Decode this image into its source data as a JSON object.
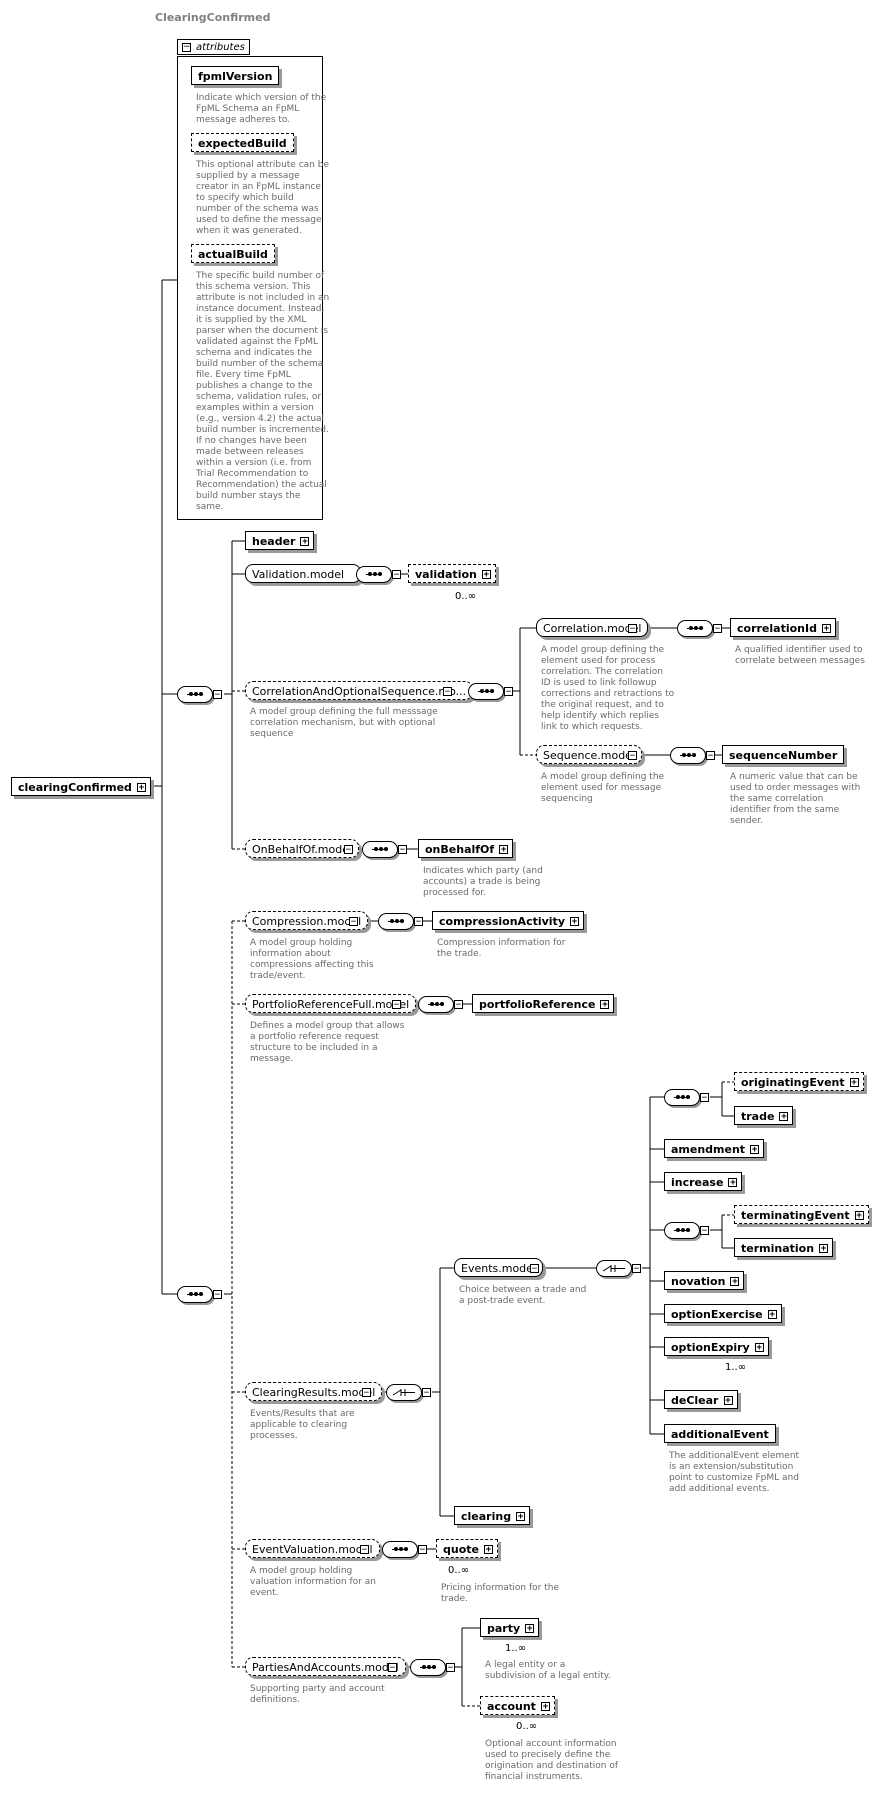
{
  "root": {
    "name": "clearingConfirmed"
  },
  "container": {
    "title": "ClearingConfirmed"
  },
  "attributes": {
    "tab_label": "attributes",
    "items": [
      {
        "name": "fpmlVersion",
        "desc": "Indicate which version of the\nFpML Schema an FpML\nmessage adheres to."
      },
      {
        "name": "expectedBuild",
        "desc": "This optional attribute can be\nsupplied by a message\ncreator in an FpML instance\nto specify which build\nnumber of the schema was\nused to define the message\nwhen it was generated."
      },
      {
        "name": "actualBuild",
        "desc": "The specific build number of\nthis schema version. This\nattribute is not included in an\ninstance document. Instead,\nit is supplied by the XML\nparser when the document is\nvalidated against the FpML\nschema and indicates the\nbuild number of the schema\nfile. Every time FpML\npublishes a change to the\nschema, validation rules, or\nexamples within a version\n(e.g., version 4.2) the actual\nbuild number is incremented.\nIf no changes have been\nmade between releases\nwithin a version (i.e. from\nTrial Recommendation to\nRecommendation) the actual\nbuild number stays the\nsame."
      }
    ]
  },
  "header": {
    "name": "header"
  },
  "validation_model": {
    "name": "Validation.model"
  },
  "validation": {
    "name": "validation",
    "card": "0..∞"
  },
  "corr_seq": {
    "name": "CorrelationAndOptionalSequence.mo...",
    "desc": "A model group defining the full messsage\ncorrelation mechanism, but with optional\nsequence"
  },
  "correlation_model": {
    "name": "Correlation.model",
    "desc": "A model group defining the\nelement used for process\ncorrelation. The correlation\nID is used to link followup\ncorrections and retractions to\nthe original request, and to\nhelp identify which replies\nlink to which requests."
  },
  "correlationId": {
    "name": "correlationId",
    "desc": "A qualified identifier used to\ncorrelate between messages"
  },
  "sequence_model": {
    "name": "Sequence.model",
    "desc": "A model group defining the\nelement used for message\nsequencing"
  },
  "sequenceNumber": {
    "name": "sequenceNumber",
    "desc": "A numeric value that can be\nused to order messages with\nthe same correlation\nidentifier from the same\nsender."
  },
  "onbehalf_model": {
    "name": "OnBehalfOf.model"
  },
  "onBehalfOf": {
    "name": "onBehalfOf",
    "desc": "Indicates which party (and\naccounts) a trade is being\nprocessed for."
  },
  "compression_model": {
    "name": "Compression.model",
    "desc": "A model group holding\ninformation about\ncompressions affecting this\ntrade/event."
  },
  "compressionActivity": {
    "name": "compressionActivity",
    "desc": "Compression information for\nthe trade."
  },
  "portfolio_model": {
    "name": "PortfolioReferenceFull.model",
    "desc": "Defines a model group that allows\na portfolio reference request\nstructure to be included in a\nmessage."
  },
  "portfolioReference": {
    "name": "portfolioReference"
  },
  "events_model": {
    "name": "Events.model",
    "desc": "Choice between a trade and\na post-trade event."
  },
  "events": {
    "originatingEvent": "originatingEvent",
    "trade": "trade",
    "amendment": "amendment",
    "increase": "increase",
    "terminatingEvent": "terminatingEvent",
    "termination": "termination",
    "novation": "novation",
    "optionExercise": "optionExercise",
    "optionExpiry": "optionExpiry",
    "optionExpiry_card": "1..∞",
    "deClear": "deClear",
    "additionalEvent": "additionalEvent",
    "additionalEvent_desc": "The additionalEvent element\nis an extension/substitution\npoint to customize FpML and\nadd additional events."
  },
  "clearing_results": {
    "name": "ClearingResults.model",
    "desc": "Events/Results that are\napplicable to clearing\nprocesses."
  },
  "clearing": {
    "name": "clearing"
  },
  "event_valuation": {
    "name": "EventValuation.model",
    "desc": "A model group holding\nvaluation information for an\nevent."
  },
  "quote": {
    "name": "quote",
    "card": "0..∞",
    "desc": "Pricing information for the\ntrade."
  },
  "parties_model": {
    "name": "PartiesAndAccounts.model",
    "desc": "Supporting party and account\ndefinitions."
  },
  "party": {
    "name": "party",
    "card": "1..∞",
    "desc": "A legal entity or a\nsubdivision of a legal entity."
  },
  "account": {
    "name": "account",
    "card": "0..∞",
    "desc": "Optional account information\nused to precisely define the\norigination and destination of\nfinancial instruments."
  },
  "colors": {
    "container_bg": "#ffffd6",
    "container_border": "#a0a0a0",
    "line": "#000000",
    "desc_text": "#6a6a6a"
  }
}
